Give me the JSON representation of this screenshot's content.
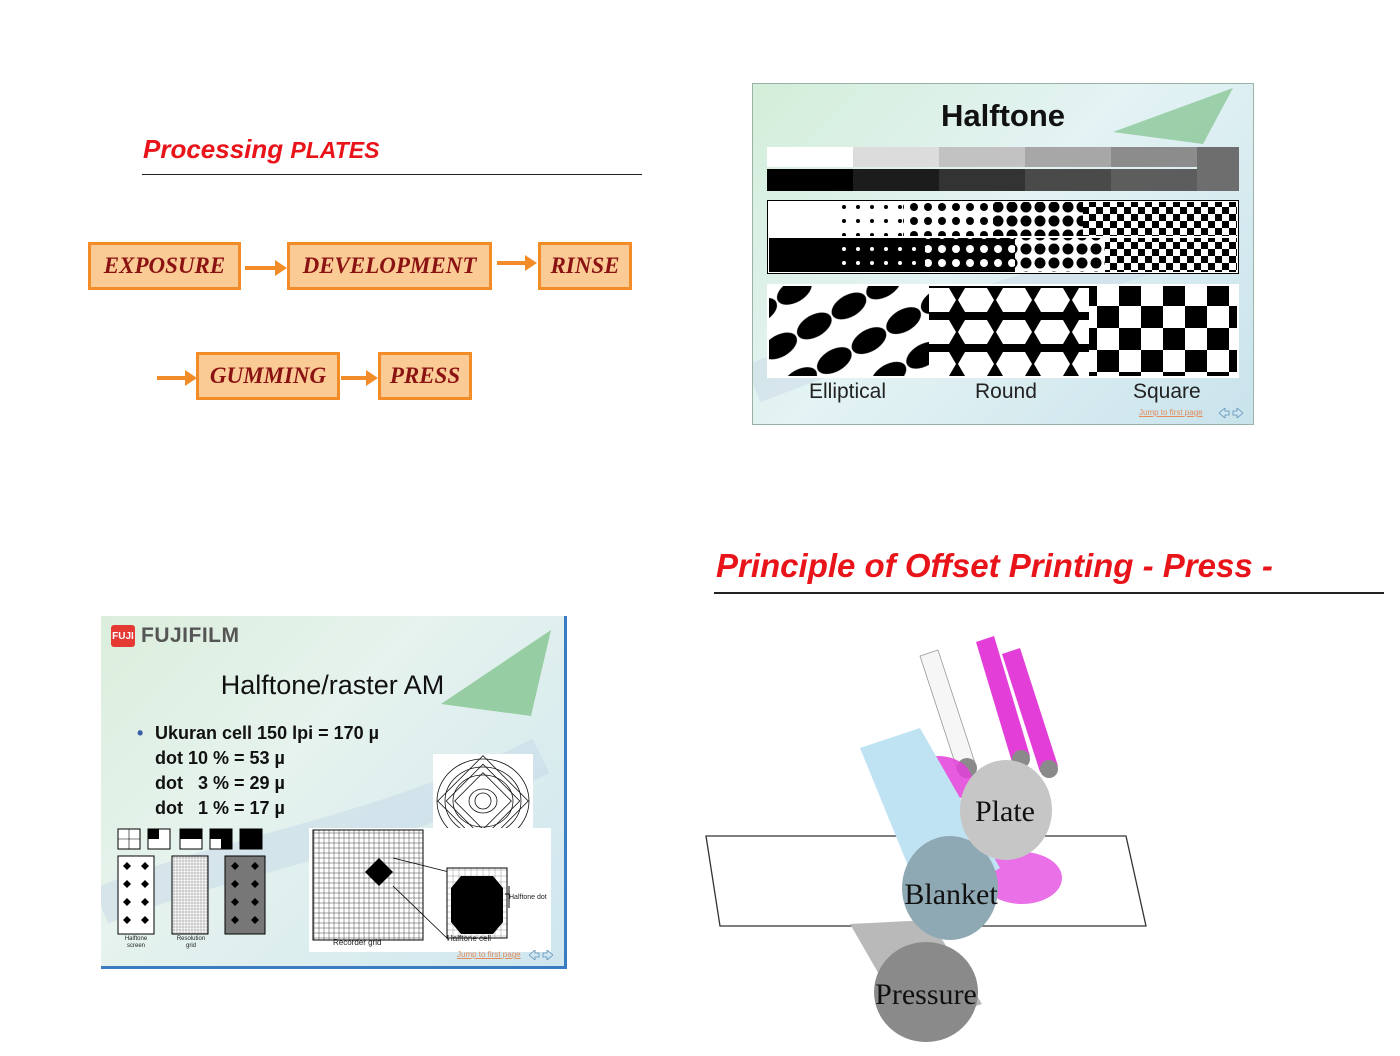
{
  "processing": {
    "title_part1": "Processing",
    "title_part2": "PLATES",
    "steps": [
      "EXPOSURE",
      "DEVELOPMENT",
      "RINSE",
      "GUMMING",
      "PRESS"
    ],
    "box_border_color": "#f28c28",
    "box_fill_color": "#fbcb96",
    "text_color": "#8b1212"
  },
  "halftone_slide": {
    "title": "Halftone",
    "labels": [
      "Elliptical",
      "Round",
      "Square"
    ],
    "jump_link": "Jump to first page",
    "nav_icon": "prev-next-arrows-icon"
  },
  "fuji_slide": {
    "logo_mark": "FUJI",
    "logo_text": "FUJIFILM",
    "title": "Halftone/raster AM",
    "lines": [
      "Ukuran cell 150 lpi = 170 µ",
      "dot 10 % = 53 µ",
      "dot   3 % = 29 µ",
      "dot   1 % = 17 µ"
    ],
    "labels": {
      "halftone_screen": "Halftone screen",
      "resolution_grid": "Resolution grid",
      "recorder_grid": "Recorder grid",
      "halftone_cell": "Halftone cell",
      "halftone_dot": "Halftone dot"
    },
    "jump_link": "Jump to first page",
    "logo_color": "#e53a33",
    "frame_color": "#3a7bc2"
  },
  "offset": {
    "title": "Principle of Offset Printing - Press -",
    "labels": {
      "plate": "Plate",
      "blanket": "Blanket",
      "pressure": "Pressure"
    },
    "colors": {
      "title": "#e8141a",
      "ink_roller": "#e020d0",
      "blanket": "#9ec8da",
      "plate": "#c8c8c8"
    }
  }
}
